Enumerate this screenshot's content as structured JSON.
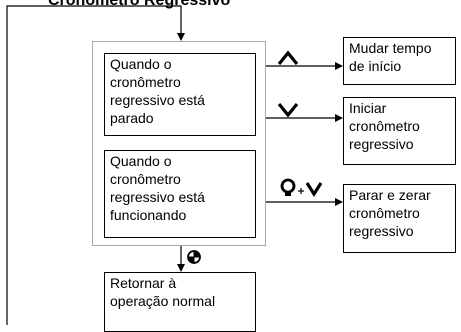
{
  "diagram": {
    "title": "Cronômetro Regressivo",
    "conditions": {
      "stopped": [
        "Quando o",
        "cronômetro",
        "regressivo está",
        "parado"
      ],
      "running": [
        "Quando o",
        "cronômetro",
        "regressivo está",
        "funcionando"
      ]
    },
    "actions": {
      "change_start_time": [
        "Mudar tempo",
        "de início"
      ],
      "start_countdown": [
        "Iniciar",
        "cronômetro",
        "regressivo"
      ],
      "stop_and_reset": [
        "Parar e zerar",
        "cronômetro",
        "regressivo"
      ],
      "return_normal": [
        "Retornar à",
        "operação normal"
      ]
    },
    "keys": {
      "change_start_time": "up-chevron-icon",
      "start_countdown": "down-chevron-icon",
      "stop_and_reset": "bulb-plus-down-icon",
      "return_normal": "mode-button-icon"
    },
    "colors": {
      "line": "#000000",
      "group_border": "#a8a8a8"
    }
  }
}
